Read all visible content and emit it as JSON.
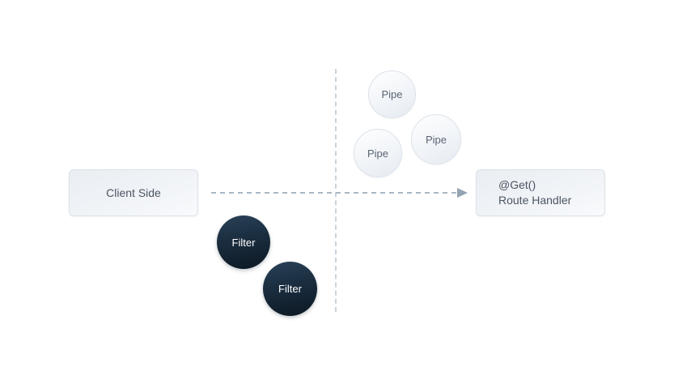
{
  "diagram": {
    "background": "#ffffff",
    "nodes": {
      "client": {
        "label": "Client Side"
      },
      "handler": {
        "line1": "@Get()",
        "line2": "Route Handler"
      }
    },
    "pipes": [
      {
        "label": "Pipe"
      },
      {
        "label": "Pipe"
      },
      {
        "label": "Pipe"
      }
    ],
    "filters": [
      {
        "label": "Filter"
      },
      {
        "label": "Filter"
      }
    ],
    "colors": {
      "box_border": "#dce2e9",
      "box_text": "#4c5562",
      "pipe_text": "#5a6472",
      "filter_fill": "#1d3144",
      "filter_text": "#ffffff",
      "dashed_line": "#c9d3dd"
    }
  }
}
